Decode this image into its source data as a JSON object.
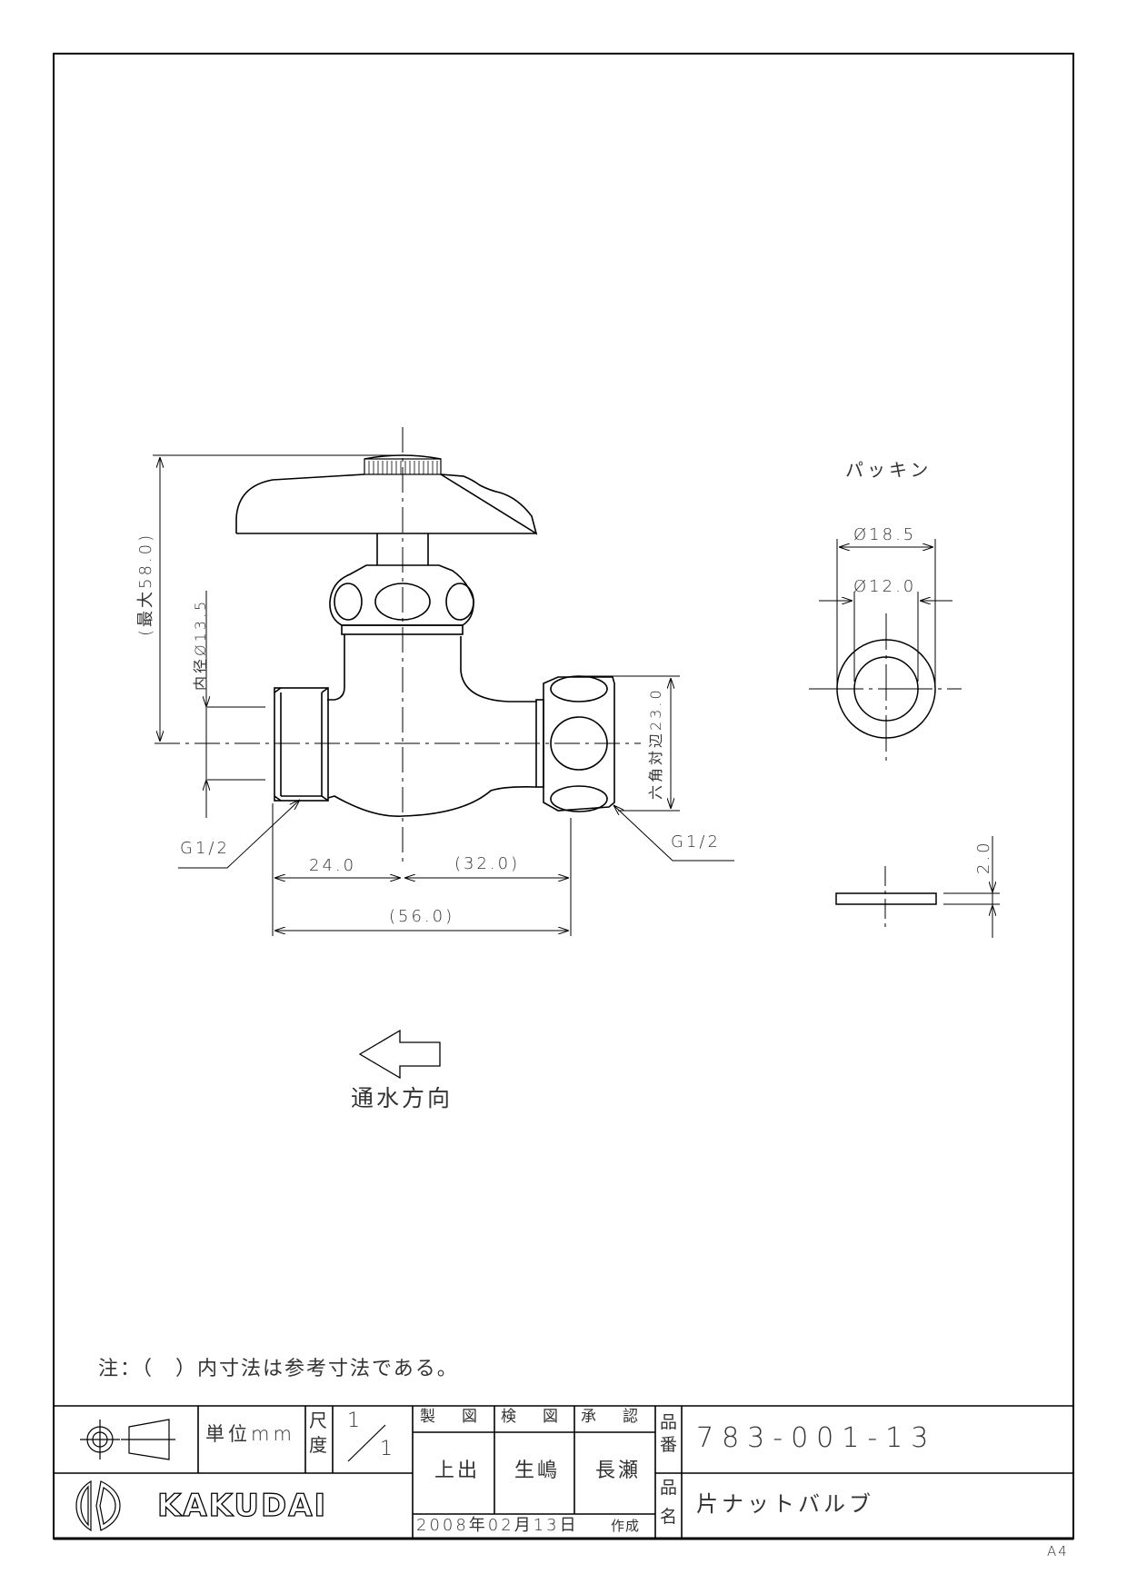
{
  "drawing": {
    "sheet_size": "A4",
    "main_view": {
      "dimensions": {
        "height_max": "(最大58.0)",
        "inner_diameter": "内径Ø13.5",
        "hex_across_flats": "六角対辺23.0",
        "left_length": "24.0",
        "right_length": "(32.0)",
        "total_length": "(56.0)"
      },
      "thread_left": "G1/2",
      "thread_right": "G1/2"
    },
    "packing_view": {
      "title": "パッキン",
      "outer_diameter": "Ø18.5",
      "inner_diameter": "Ø12.0",
      "thickness": "2.0"
    },
    "flow_direction": {
      "label": "通水方向",
      "arrow": "left-arrow"
    },
    "note": "注：（　）内寸法は参考寸法である。"
  },
  "title_block": {
    "projection_symbol": "third-angle-projection-icon",
    "unit_label": "単位mm",
    "scale_label_top": "尺",
    "scale_label_bottom": "度",
    "scale_numerator": "1",
    "scale_denominator": "1",
    "company": "KAKUDAI",
    "headers": {
      "drafted": "製　図",
      "checked": "検　図",
      "approved": "承　認"
    },
    "names": {
      "drafted": "上出",
      "checked": "生嶋",
      "approved": "長瀬"
    },
    "date": "2008年02月13日",
    "created_label": "作成",
    "part_number_label_1": "品",
    "part_number_label_2": "番",
    "part_number": "783-001-13",
    "part_name_label_1": "品",
    "part_name_label_2": "名",
    "part_name": "片ナットバルブ"
  }
}
